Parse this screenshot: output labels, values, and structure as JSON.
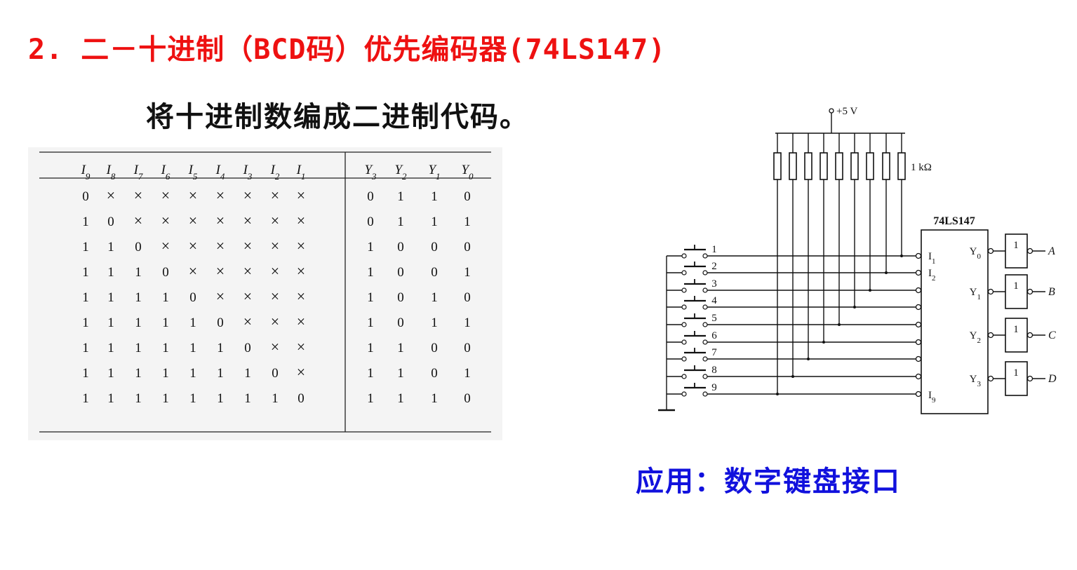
{
  "title": "2. 二－十进制（BCD码）优先编码器(74LS147)",
  "subtitle": "将十进制数编成二进制代码。",
  "application": "应用：数字键盘接口",
  "table": {
    "input_headers": [
      {
        "sym": "I",
        "sub": "9"
      },
      {
        "sym": "I",
        "sub": "8"
      },
      {
        "sym": "I",
        "sub": "7"
      },
      {
        "sym": "I",
        "sub": "6"
      },
      {
        "sym": "I",
        "sub": "5"
      },
      {
        "sym": "I",
        "sub": "4"
      },
      {
        "sym": "I",
        "sub": "3"
      },
      {
        "sym": "I",
        "sub": "2"
      },
      {
        "sym": "I",
        "sub": "1"
      }
    ],
    "output_headers": [
      {
        "sym": "Y",
        "sub": "3"
      },
      {
        "sym": "Y",
        "sub": "2"
      },
      {
        "sym": "Y",
        "sub": "1"
      },
      {
        "sym": "Y",
        "sub": "0"
      }
    ],
    "rows": [
      {
        "inputs": [
          "0",
          "×",
          "×",
          "×",
          "×",
          "×",
          "×",
          "×",
          "×"
        ],
        "outputs": [
          "0",
          "1",
          "1",
          "0"
        ]
      },
      {
        "inputs": [
          "1",
          "0",
          "×",
          "×",
          "×",
          "×",
          "×",
          "×",
          "×"
        ],
        "outputs": [
          "0",
          "1",
          "1",
          "1"
        ]
      },
      {
        "inputs": [
          "1",
          "1",
          "0",
          "×",
          "×",
          "×",
          "×",
          "×",
          "×"
        ],
        "outputs": [
          "1",
          "0",
          "0",
          "0"
        ]
      },
      {
        "inputs": [
          "1",
          "1",
          "1",
          "0",
          "×",
          "×",
          "×",
          "×",
          "×"
        ],
        "outputs": [
          "1",
          "0",
          "0",
          "1"
        ]
      },
      {
        "inputs": [
          "1",
          "1",
          "1",
          "1",
          "0",
          "×",
          "×",
          "×",
          "×"
        ],
        "outputs": [
          "1",
          "0",
          "1",
          "0"
        ]
      },
      {
        "inputs": [
          "1",
          "1",
          "1",
          "1",
          "1",
          "0",
          "×",
          "×",
          "×"
        ],
        "outputs": [
          "1",
          "0",
          "1",
          "1"
        ]
      },
      {
        "inputs": [
          "1",
          "1",
          "1",
          "1",
          "1",
          "1",
          "0",
          "×",
          "×"
        ],
        "outputs": [
          "1",
          "1",
          "0",
          "0"
        ]
      },
      {
        "inputs": [
          "1",
          "1",
          "1",
          "1",
          "1",
          "1",
          "1",
          "0",
          "×"
        ],
        "outputs": [
          "1",
          "1",
          "0",
          "1"
        ]
      },
      {
        "inputs": [
          "1",
          "1",
          "1",
          "1",
          "1",
          "1",
          "1",
          "1",
          "0"
        ],
        "outputs": [
          "1",
          "1",
          "1",
          "0"
        ]
      }
    ]
  },
  "circuit": {
    "vcc_label": "+5 V",
    "resistor_label": "1 kΩ",
    "chip_label": "74LS147",
    "switch_labels": [
      "1",
      "2",
      "3",
      "4",
      "5",
      "6",
      "7",
      "8",
      "9"
    ],
    "chip_inputs": [
      {
        "sym": "I",
        "sub": "1"
      },
      {
        "sym": "I",
        "sub": "2"
      },
      {
        "sym": "I",
        "sub": "9"
      }
    ],
    "chip_outputs": [
      {
        "sym": "Y",
        "sub": "0"
      },
      {
        "sym": "Y",
        "sub": "1"
      },
      {
        "sym": "Y",
        "sub": "2"
      },
      {
        "sym": "Y",
        "sub": "3"
      }
    ],
    "inverter_label": "1",
    "outputs": [
      "A",
      "B",
      "C",
      "D"
    ]
  },
  "colors": {
    "title": "#ee1111",
    "application": "#1111dd",
    "text": "#111111"
  }
}
